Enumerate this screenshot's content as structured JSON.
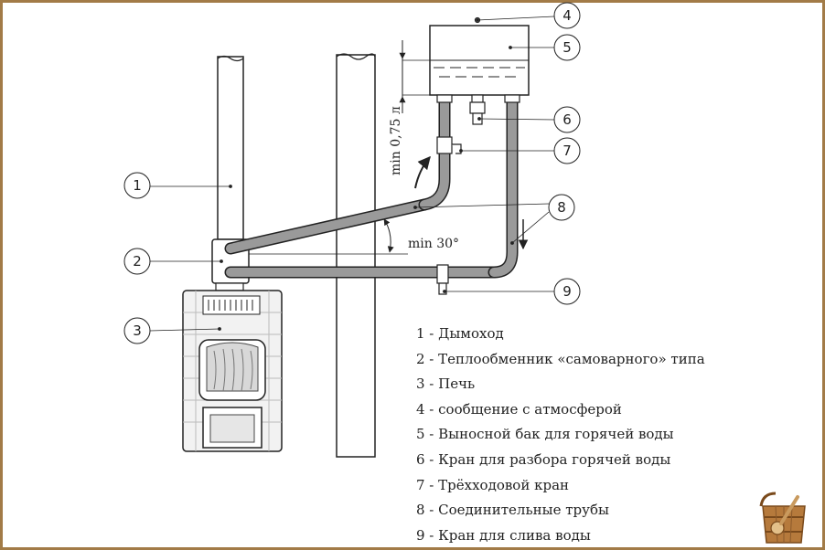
{
  "diagram": {
    "callouts": [
      "1",
      "2",
      "3",
      "4",
      "5",
      "6",
      "7",
      "8",
      "9"
    ],
    "labels": {
      "min_height": "min 0,75 л",
      "min_angle": "min 30°"
    },
    "legend": [
      "1 - Дымоход",
      "2 - Теплообменник «самоварного» типа",
      "3 - Печь",
      "4 - сообщение с атмосферой",
      "5 - Выносной бак для горячей воды",
      "6 - Кран для разбора горячей воды",
      "7 - Трёхходовой кран",
      "8 - Соединительные трубы",
      "9 - Кран для слива воды"
    ],
    "colors": {
      "frame": "#a27b47",
      "pipe": "#9a9a9a",
      "line": "#222222",
      "stove_fill": "#f2f2f2",
      "bucket": "#8b5a2b"
    },
    "icons": [
      "bucket-icon"
    ]
  }
}
